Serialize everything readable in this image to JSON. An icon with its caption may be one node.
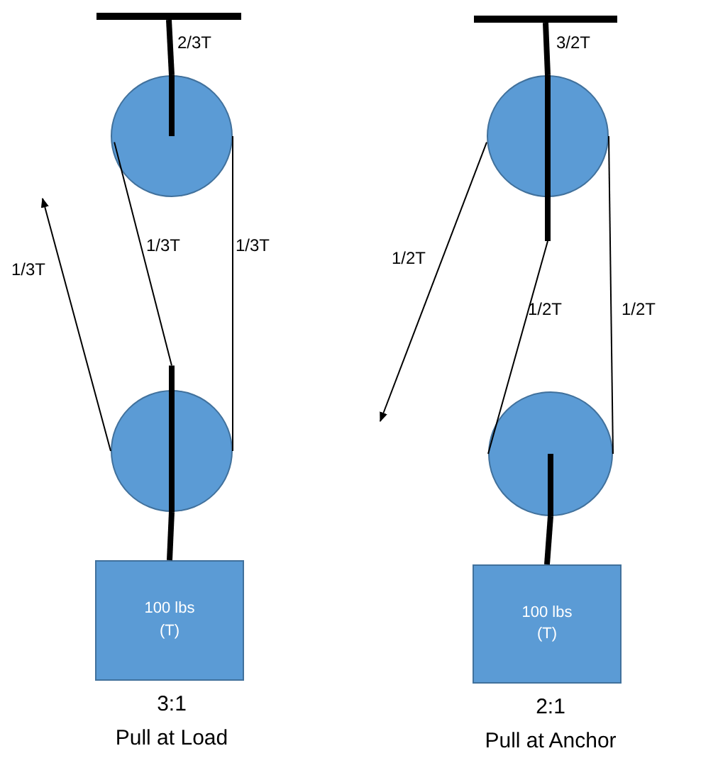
{
  "diagram": {
    "nodes": [
      {
        "text": [],
        "shape": "bar"
      },
      {
        "text": [],
        "shape": "circle"
      },
      {
        "text": [],
        "shape": "circle"
      },
      {
        "text": [
          "100 lbs",
          "(T)"
        ]
      },
      {
        "text": [],
        "shape": "bar"
      },
      {
        "text": [],
        "shape": "circle"
      },
      {
        "text": [],
        "shape": "circle"
      },
      {
        "text": [
          "100 lbs",
          "(T)"
        ]
      }
    ],
    "edges": [
      {
        "from": 0,
        "to": 1,
        "arrow": "none",
        "style": "thick",
        "label": "2/3T"
      },
      {
        "from": 2,
        "to": null,
        "arrow": "to",
        "label": "1/3T"
      },
      {
        "from": 1,
        "to": 2,
        "arrow": "none",
        "label": "1/3T"
      },
      {
        "from": 1,
        "to": 2,
        "arrow": "none",
        "label": "1/3T"
      },
      {
        "from": 2,
        "to": 3,
        "arrow": "none",
        "style": "thick"
      },
      {
        "from": 4,
        "to": 5,
        "arrow": "none",
        "style": "thick",
        "label": "3/2T"
      },
      {
        "from": 5,
        "to": 6,
        "arrow": "none",
        "label": "1/2T"
      },
      {
        "from": 5,
        "to": null,
        "arrow": "to",
        "label": "1/2T"
      },
      {
        "from": 5,
        "to": 6,
        "arrow": "none",
        "label": "1/2T"
      },
      {
        "from": 6,
        "to": 7,
        "arrow": "none",
        "style": "thick"
      }
    ],
    "labels": [
      "3:1",
      "Pull at Load",
      "2:1",
      "Pull at Anchor"
    ]
  }
}
